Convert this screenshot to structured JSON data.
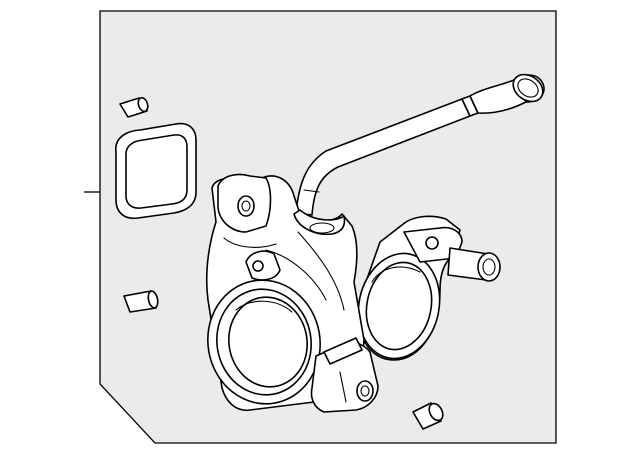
{
  "diagram": {
    "kind": "exploded parts illustration",
    "panel_fill": "#ebebeb",
    "line_color": "#000000",
    "parts": [
      "leader-line",
      "dowel-pin",
      "gasket",
      "coolant-tube",
      "thermostat-housing",
      "tube-fitting"
    ],
    "callout_count": 1
  }
}
